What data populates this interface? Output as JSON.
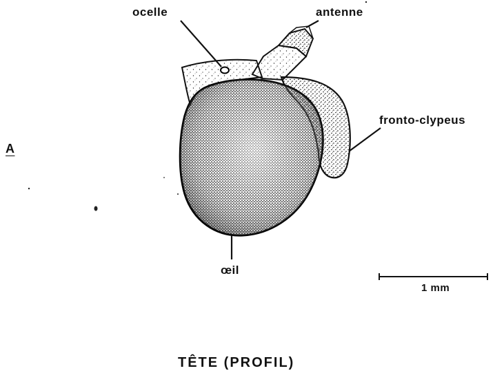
{
  "figure": {
    "panel_letter": "A",
    "caption": "TÊTE (PROFIL)",
    "labels": {
      "ocelle": "ocelle",
      "antenne": "antenne",
      "fronto_clypeus": "fronto-clypeus",
      "oeil": "œil"
    },
    "scale_bar": {
      "label": "1 mm"
    }
  },
  "colors": {
    "ink": "#111111",
    "stipple": "#1a1a1a",
    "paper": "#ffffff"
  }
}
